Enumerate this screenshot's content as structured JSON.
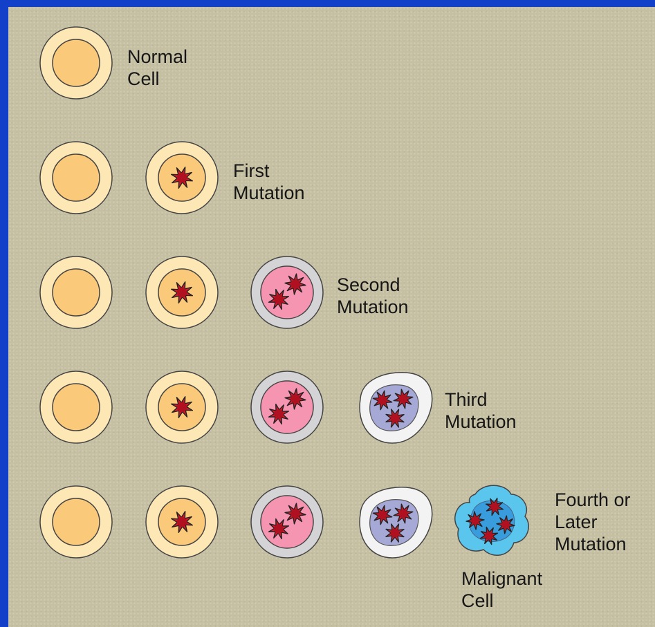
{
  "labels": {
    "normal": "Normal\nCell",
    "first": "First\nMutation",
    "second": "Second\nMutation",
    "third": "Third\nMutation",
    "fourth": "Fourth or\nLater\nMutation",
    "malignant": "Malignant\nCell"
  },
  "rows": [
    [
      "normal"
    ],
    [
      "normal",
      "first"
    ],
    [
      "normal",
      "first",
      "second"
    ],
    [
      "normal",
      "first",
      "second",
      "third"
    ],
    [
      "normal",
      "first",
      "second",
      "third",
      "malignant"
    ]
  ],
  "cell_icons": {
    "normal": "normal-cell-icon",
    "first": "first-mutation-cell-icon",
    "second": "second-mutation-cell-icon",
    "third": "third-mutation-cell-icon",
    "malignant": "malignant-cell-icon"
  },
  "colors": {
    "border": "#1240c8",
    "background": "#c6c0a3",
    "normal_cell": "#fde7b4",
    "normal_nucleus": "#fbc97a",
    "second_cell": "#d4d4d6",
    "second_nucleus": "#f595b2",
    "third_cell": "#f3f3f3",
    "third_nucleus": "#a6a8d6",
    "malignant_cell": "#5ac6ee",
    "malignant_nucleus": "#2e8fd8",
    "chromosome": "#d71928"
  }
}
